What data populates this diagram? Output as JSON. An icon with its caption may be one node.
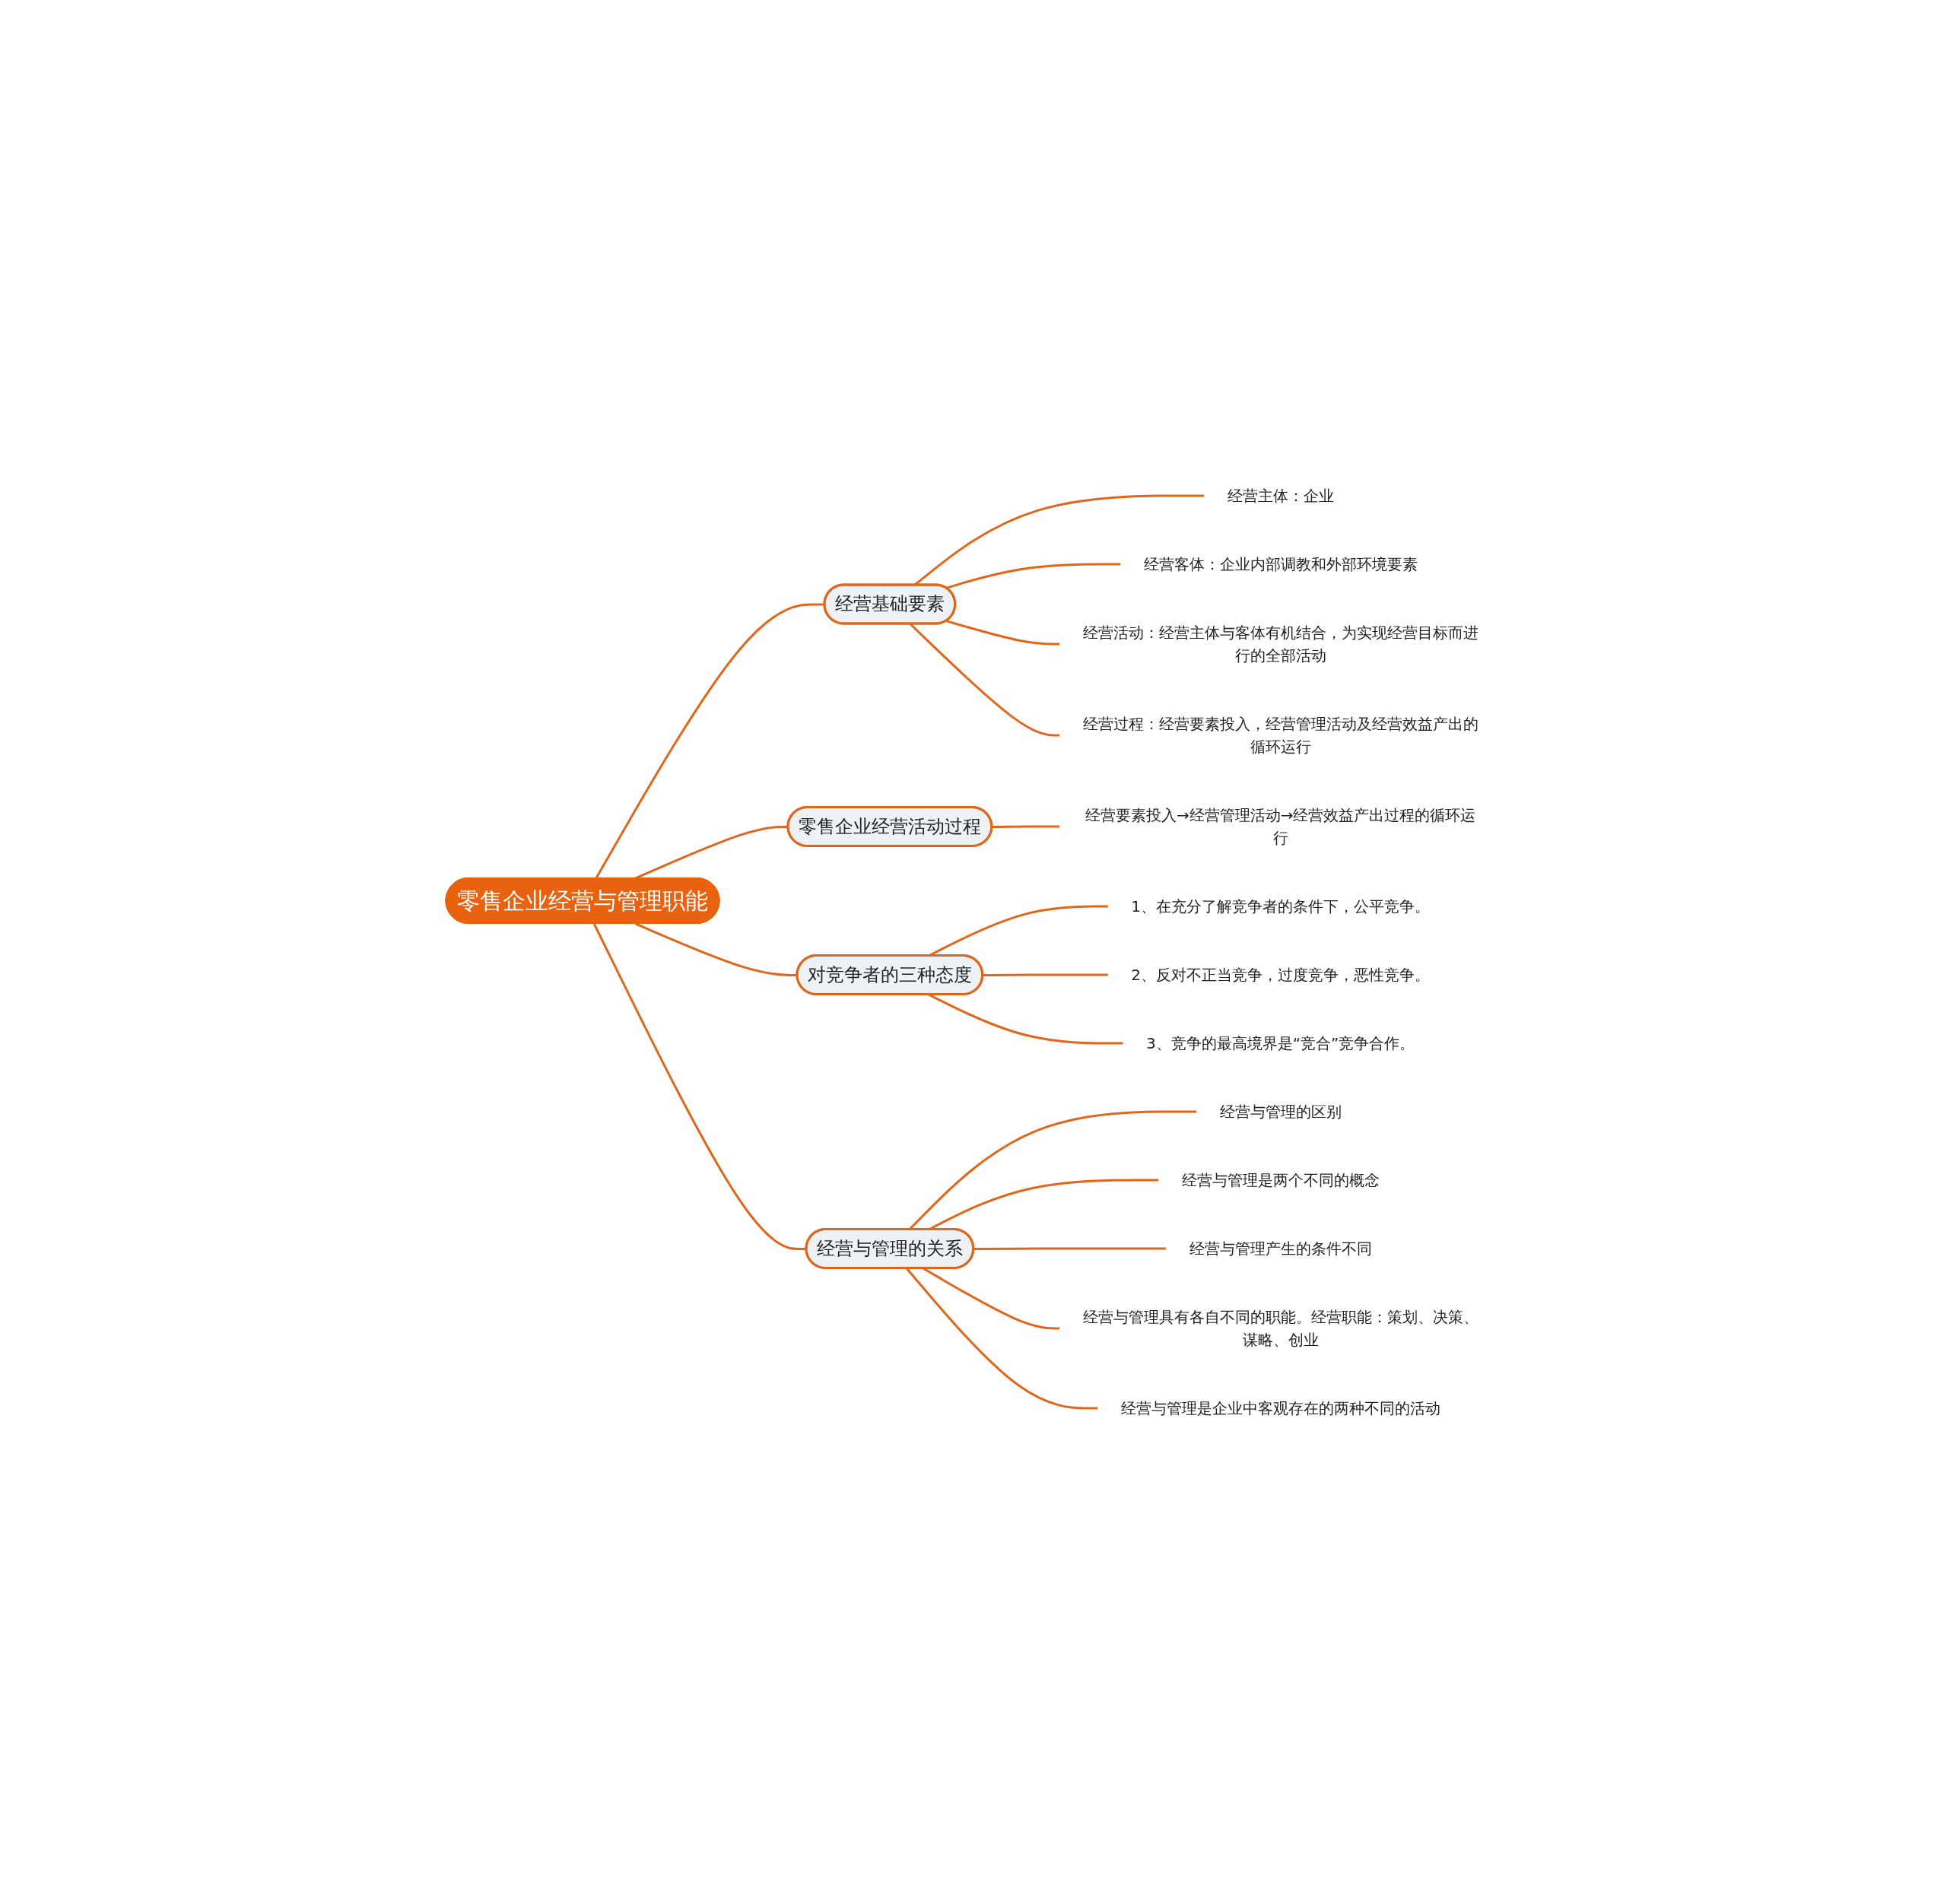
{
  "diagram": {
    "nodes": [
      {
        "text": [
          "零售企业经营与管理职能"
        ]
      },
      {
        "text": [
          "经营基础要素"
        ]
      },
      {
        "text": [
          "经营主体：企业"
        ]
      },
      {
        "text": [
          "经营客体：企业内部调教和外部环境要素"
        ]
      },
      {
        "text": [
          "经营活动：经营主体与客体有机结合，为实现经营目标而进行的全部活动"
        ]
      },
      {
        "text": [
          "经营过程：经营要素投入，经营管理活动及经营效益产出的循环运行"
        ]
      },
      {
        "text": [
          "零售企业经营活动过程"
        ]
      },
      {
        "text": [
          "经营要素投入→经营管理活动→经营效益产出过程的循环运行"
        ]
      },
      {
        "text": [
          "对竞争者的三种态度"
        ]
      },
      {
        "text": [
          "1、在充分了解竞争者的条件下，公平竞争。"
        ]
      },
      {
        "text": [
          "2、反对不正当竞争，过度竞争，恶性竞争。"
        ]
      },
      {
        "text": [
          "3、竞争的最高境界是“竞合”竞争合作。"
        ]
      },
      {
        "text": [
          "经营与管理的关系"
        ]
      },
      {
        "text": [
          "经营与管理的区别"
        ]
      },
      {
        "text": [
          "经营与管理是两个不同的概念"
        ]
      },
      {
        "text": [
          "经营与管理产生的条件不同"
        ]
      },
      {
        "text": [
          "经营与管理具有各自不同的职能。经营职能：策划、决策、谋略、创业"
        ]
      },
      {
        "text": [
          "经营与管理是企业中客观存在的两种不同的活动"
        ]
      }
    ],
    "edges": [
      {
        "from": 0,
        "to": 1,
        "arrow": "none"
      },
      {
        "from": 1,
        "to": 2,
        "arrow": "none"
      },
      {
        "from": 1,
        "to": 3,
        "arrow": "none"
      },
      {
        "from": 1,
        "to": 4,
        "arrow": "none"
      },
      {
        "from": 1,
        "to": 5,
        "arrow": "none"
      },
      {
        "from": 0,
        "to": 6,
        "arrow": "none"
      },
      {
        "from": 6,
        "to": 7,
        "arrow": "none"
      },
      {
        "from": 0,
        "to": 8,
        "arrow": "none"
      },
      {
        "from": 8,
        "to": 9,
        "arrow": "none"
      },
      {
        "from": 8,
        "to": 10,
        "arrow": "none"
      },
      {
        "from": 8,
        "to": 11,
        "arrow": "none"
      },
      {
        "from": 0,
        "to": 12,
        "arrow": "none"
      },
      {
        "from": 12,
        "to": 13,
        "arrow": "none"
      },
      {
        "from": 12,
        "to": 14,
        "arrow": "none"
      },
      {
        "from": 12,
        "to": 15,
        "arrow": "none"
      },
      {
        "from": 12,
        "to": 16,
        "arrow": "none"
      },
      {
        "from": 12,
        "to": 17,
        "arrow": "none"
      }
    ]
  }
}
